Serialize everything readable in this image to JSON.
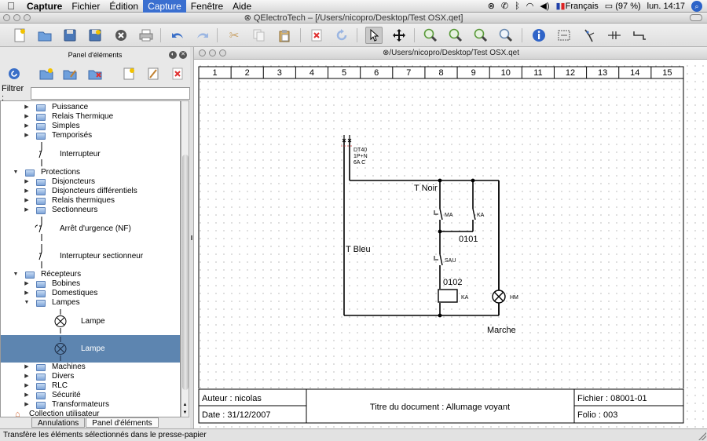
{
  "menubar": {
    "apple": "",
    "items": [
      "Capture",
      "Fichier",
      "Édition",
      "Capture",
      "Fenêtre",
      "Aide"
    ],
    "status": {
      "language": "Français",
      "battery": "(97 %)",
      "clock": "lun. 14:17"
    }
  },
  "window": {
    "title": "⊗ QElectroTech – [/Users/nicopro/Desktop/Test OSX.qet]"
  },
  "toolbar": {
    "icons": [
      "new-document-icon",
      "open-folder-icon",
      "save-icon",
      "save-as-icon",
      "close-icon",
      "print-icon",
      "undo-icon",
      "redo-icon",
      "cut-icon",
      "copy-icon",
      "paste-icon",
      "delete-icon",
      "rotate-icon",
      "select-arrow-icon",
      "move-icon",
      "zoom-in-icon",
      "zoom-out-icon",
      "zoom-fit-icon",
      "zoom-reset-icon",
      "info-icon",
      "conductor-icon",
      "add-text-icon",
      "add-column-icon",
      "add-row-icon"
    ]
  },
  "panel": {
    "title": "Panel d'éléments",
    "filter_label": "Filtrer :",
    "filter_value": "",
    "tree": [
      {
        "depth": 2,
        "type": "folder",
        "expanded": false,
        "label": "Puissance"
      },
      {
        "depth": 2,
        "type": "folder",
        "expanded": false,
        "label": "Relais Thermique"
      },
      {
        "depth": 2,
        "type": "folder",
        "expanded": false,
        "label": "Simples"
      },
      {
        "depth": 2,
        "type": "folder",
        "expanded": false,
        "label": "Temporisés"
      },
      {
        "depth": 2,
        "type": "element",
        "label": "Interrupteur"
      },
      {
        "depth": 1,
        "type": "folder",
        "expanded": true,
        "label": "Protections"
      },
      {
        "depth": 2,
        "type": "folder",
        "expanded": false,
        "label": "Disjoncteurs"
      },
      {
        "depth": 2,
        "type": "folder",
        "expanded": false,
        "label": "Disjoncteurs différentiels"
      },
      {
        "depth": 2,
        "type": "folder",
        "expanded": false,
        "label": "Relais thermiques"
      },
      {
        "depth": 2,
        "type": "folder",
        "expanded": false,
        "label": "Sectionneurs"
      },
      {
        "depth": 2,
        "type": "element",
        "label": "Arrêt d'urgence (NF)"
      },
      {
        "depth": 2,
        "type": "element",
        "label": "Interrupteur sectionneur"
      },
      {
        "depth": 1,
        "type": "folder",
        "expanded": true,
        "label": "Récepteurs"
      },
      {
        "depth": 2,
        "type": "folder",
        "expanded": false,
        "label": "Bobines"
      },
      {
        "depth": 2,
        "type": "folder",
        "expanded": false,
        "label": "Domestiques"
      },
      {
        "depth": 2,
        "type": "folder",
        "expanded": true,
        "label": "Lampes"
      },
      {
        "depth": 3,
        "type": "element",
        "label": "Lampe"
      },
      {
        "depth": 3,
        "type": "element",
        "label": "Lampe",
        "selected": true
      },
      {
        "depth": 2,
        "type": "folder",
        "expanded": false,
        "label": "Machines"
      },
      {
        "depth": 2,
        "type": "folder",
        "expanded": false,
        "label": "Divers"
      },
      {
        "depth": 2,
        "type": "folder",
        "expanded": false,
        "label": "RLC"
      },
      {
        "depth": 2,
        "type": "folder",
        "expanded": false,
        "label": "Sécurité"
      },
      {
        "depth": 2,
        "type": "folder",
        "expanded": false,
        "label": "Transformateurs"
      },
      {
        "depth": 0,
        "type": "home",
        "label": "Collection utilisateur"
      }
    ],
    "tabs": [
      "Annulations",
      "Panel d'éléments"
    ]
  },
  "document": {
    "title": "⊗/Users/nicopro/Desktop/Test OSX.qet",
    "columns": [
      "1",
      "2",
      "3",
      "4",
      "5",
      "6",
      "7",
      "8",
      "9",
      "10",
      "11",
      "12",
      "13",
      "14",
      "15"
    ],
    "schematic_labels": {
      "breaker": [
        "DT40",
        "1P+N",
        "6A C"
      ],
      "t_noir": "T Noir",
      "t_bleu": "T Bleu",
      "ma": "MA",
      "ka1": "KA",
      "f0101": "0101",
      "sau": "SAU",
      "f0102": "0102",
      "ka2": "KA",
      "hm": "HM",
      "marche": "Marche"
    },
    "cartouche": {
      "author": "Auteur : nicolas",
      "date": "Date : 31/12/2007",
      "doc_title": "Titre du document : Allumage voyant",
      "file": "Fichier : 08001-01",
      "folio": "Folio : 003"
    }
  },
  "status_bar": "Transfère les éléments sélectionnés dans le presse-papier"
}
